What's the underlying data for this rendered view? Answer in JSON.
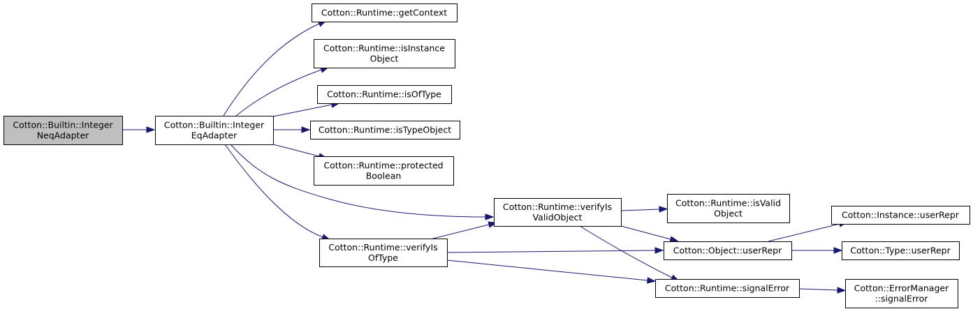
{
  "colors": {
    "edge": "#191970",
    "root_fill": "#bfbfbf",
    "node_fill": "#ffffff",
    "border": "#000000"
  },
  "nodes": [
    {
      "id": "neq",
      "lines": [
        "Cotton::Builtin::Integer",
        "NeqAdapter"
      ],
      "highlighted": true
    },
    {
      "id": "eq",
      "lines": [
        "Cotton::Builtin::Integer",
        "EqAdapter"
      ]
    },
    {
      "id": "getContext",
      "lines": [
        "Cotton::Runtime::getContext"
      ]
    },
    {
      "id": "isInstanceObject",
      "lines": [
        "Cotton::Runtime::isInstance",
        "Object"
      ]
    },
    {
      "id": "isOfType",
      "lines": [
        "Cotton::Runtime::isOfType"
      ]
    },
    {
      "id": "isTypeObject",
      "lines": [
        "Cotton::Runtime::isTypeObject"
      ]
    },
    {
      "id": "protectedBoolean",
      "lines": [
        "Cotton::Runtime::protected",
        "Boolean"
      ]
    },
    {
      "id": "verifyIsValidObject",
      "lines": [
        "Cotton::Runtime::verifyIs",
        "ValidObject"
      ]
    },
    {
      "id": "verifyIsOfType",
      "lines": [
        "Cotton::Runtime::verifyIs",
        "OfType"
      ]
    },
    {
      "id": "isValidObject",
      "lines": [
        "Cotton::Runtime::isValid",
        "Object"
      ]
    },
    {
      "id": "objectUserRepr",
      "lines": [
        "Cotton::Object::userRepr"
      ]
    },
    {
      "id": "signalError",
      "lines": [
        "Cotton::Runtime::signalError"
      ]
    },
    {
      "id": "instanceUserRepr",
      "lines": [
        "Cotton::Instance::userRepr"
      ]
    },
    {
      "id": "typeUserRepr",
      "lines": [
        "Cotton::Type::userRepr"
      ]
    },
    {
      "id": "errorManagerSignalError",
      "lines": [
        "Cotton::ErrorManager",
        "::signalError"
      ]
    }
  ],
  "edges": [
    [
      "neq",
      "eq"
    ],
    [
      "eq",
      "getContext"
    ],
    [
      "eq",
      "isInstanceObject"
    ],
    [
      "eq",
      "isOfType"
    ],
    [
      "eq",
      "isTypeObject"
    ],
    [
      "eq",
      "protectedBoolean"
    ],
    [
      "eq",
      "verifyIsValidObject"
    ],
    [
      "eq",
      "verifyIsOfType"
    ],
    [
      "verifyIsOfType",
      "verifyIsValidObject"
    ],
    [
      "verifyIsOfType",
      "objectUserRepr"
    ],
    [
      "verifyIsOfType",
      "signalError"
    ],
    [
      "verifyIsValidObject",
      "isValidObject"
    ],
    [
      "verifyIsValidObject",
      "objectUserRepr"
    ],
    [
      "verifyIsValidObject",
      "signalError"
    ],
    [
      "objectUserRepr",
      "instanceUserRepr"
    ],
    [
      "objectUserRepr",
      "typeUserRepr"
    ],
    [
      "signalError",
      "errorManagerSignalError"
    ]
  ]
}
